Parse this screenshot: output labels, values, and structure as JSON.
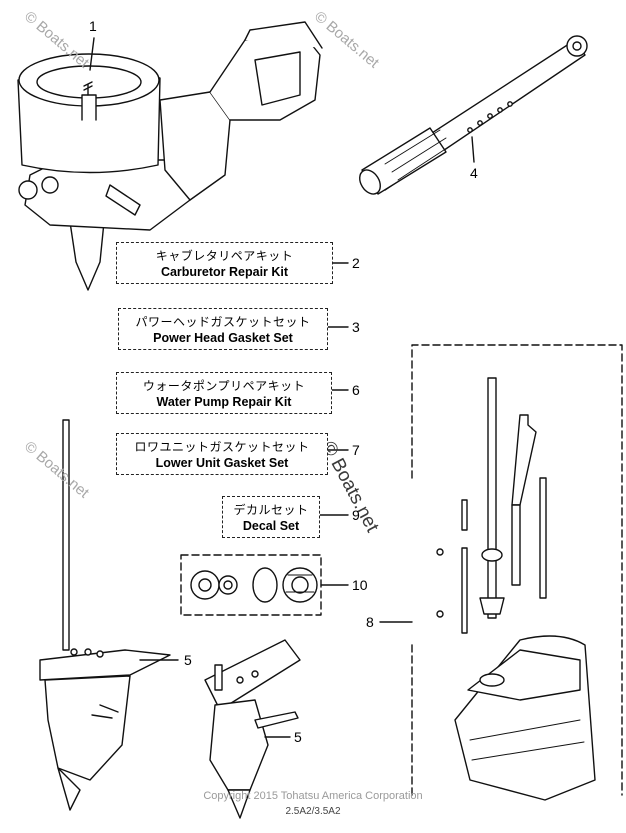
{
  "watermarks": [
    "© Boats.net",
    "© Boats.net",
    "© Boats.net",
    "© Boats.net"
  ],
  "kits": [
    {
      "callout": "2",
      "jp": "キャブレタリペアキット",
      "en": "Carburetor Repair Kit"
    },
    {
      "callout": "3",
      "jp": "パワーヘッドガスケットセット",
      "en": "Power Head Gasket Set"
    },
    {
      "callout": "6",
      "jp": "ウォータポンプリペアキット",
      "en": "Water Pump Repair Kit"
    },
    {
      "callout": "7",
      "jp": "ロワユニットガスケットセット",
      "en": "Lower Unit Gasket Set"
    },
    {
      "callout": "9",
      "jp": "デカルセット",
      "en": "Decal Set"
    }
  ],
  "callouts": {
    "carburetor": "1",
    "shaft": "4",
    "lower_unit_a": "5",
    "lower_unit_b": "5",
    "drive_shaft_kit": "8",
    "pump_parts": "10"
  },
  "footer": {
    "copyright": "Copyright 2015 Tohatsu America Corporation",
    "model": "2.5A2/3.5A2"
  }
}
